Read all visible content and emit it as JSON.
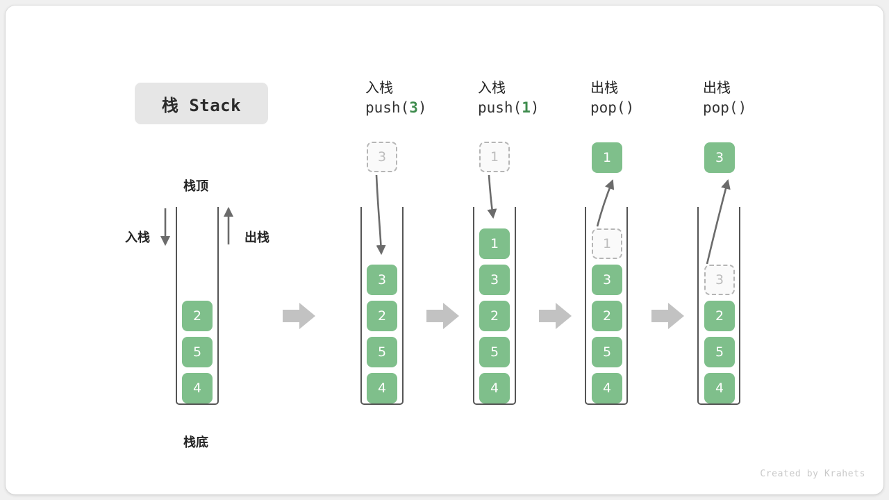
{
  "title": {
    "badge_label": "栈 Stack"
  },
  "legend": {
    "top_label": "栈顶",
    "bottom_label": "栈底",
    "push_label": "入栈",
    "pop_label": "出栈"
  },
  "footer": {
    "credit": "Created by Krahets"
  },
  "colors": {
    "cell_green": "#7fbf8b",
    "ghost_border": "#b5b5b5",
    "ghost_text": "#bdbdbd",
    "arrow_gray": "#6b6b6b",
    "step_arrow_gray": "#c2c2c2",
    "accent_green_text": "#3d8b4c",
    "badge_bg": "#e6e6e6",
    "vessel_stroke": "#555555"
  },
  "columns": [
    {
      "id": "initial",
      "header_zh": "",
      "header_fn_prefix": "",
      "header_fn_arg": "",
      "header_fn_suffix": "",
      "cells": [
        "2",
        "5",
        "4"
      ],
      "floating_cell": null
    },
    {
      "id": "push-3",
      "header_zh": "入栈",
      "header_fn_prefix": "push(",
      "header_fn_arg": "3",
      "header_fn_suffix": ")",
      "cells": [
        "3",
        "2",
        "5",
        "4"
      ],
      "floating_cell": {
        "value": "3",
        "style": "ghost",
        "direction": "in"
      }
    },
    {
      "id": "push-1",
      "header_zh": "入栈",
      "header_fn_prefix": "push(",
      "header_fn_arg": "1",
      "header_fn_suffix": ")",
      "cells": [
        "1",
        "3",
        "2",
        "5",
        "4"
      ],
      "floating_cell": {
        "value": "1",
        "style": "ghost",
        "direction": "in"
      }
    },
    {
      "id": "pop-1",
      "header_zh": "出栈",
      "header_fn_prefix": "pop(",
      "header_fn_arg": "",
      "header_fn_suffix": ")",
      "cells": [
        "3",
        "2",
        "5",
        "4"
      ],
      "ghost_in_stack": "1",
      "floating_cell": {
        "value": "1",
        "style": "solid",
        "direction": "out"
      }
    },
    {
      "id": "pop-3",
      "header_zh": "出栈",
      "header_fn_prefix": "pop(",
      "header_fn_arg": "",
      "header_fn_suffix": ")",
      "cells": [
        "2",
        "5",
        "4"
      ],
      "ghost_in_stack": "3",
      "floating_cell": {
        "value": "3",
        "style": "solid",
        "direction": "out"
      }
    }
  ],
  "cell_values": {
    "c0_0": "2",
    "c0_1": "5",
    "c0_2": "4",
    "c1_ghost": "3",
    "c1_0": "3",
    "c1_1": "2",
    "c1_2": "5",
    "c1_3": "4",
    "c2_ghost": "1",
    "c2_0": "1",
    "c2_1": "3",
    "c2_2": "2",
    "c2_3": "5",
    "c2_4": "4",
    "c3_out": "1",
    "c3_ghost": "1",
    "c3_0": "3",
    "c3_1": "2",
    "c3_2": "5",
    "c3_3": "4",
    "c4_out": "3",
    "c4_ghost": "3",
    "c4_0": "2",
    "c4_1": "5",
    "c4_2": "4"
  },
  "headers": {
    "h1_zh": "入栈",
    "h1_pre": "push(",
    "h1_num": "3",
    "h1_post": ")",
    "h2_zh": "入栈",
    "h2_pre": "push(",
    "h2_num": "1",
    "h2_post": ")",
    "h3_zh": "出栈",
    "h3_pre": "pop(",
    "h3_num": "",
    "h3_post": ")",
    "h4_zh": "出栈",
    "h4_pre": "pop(",
    "h4_num": "",
    "h4_post": ")"
  }
}
